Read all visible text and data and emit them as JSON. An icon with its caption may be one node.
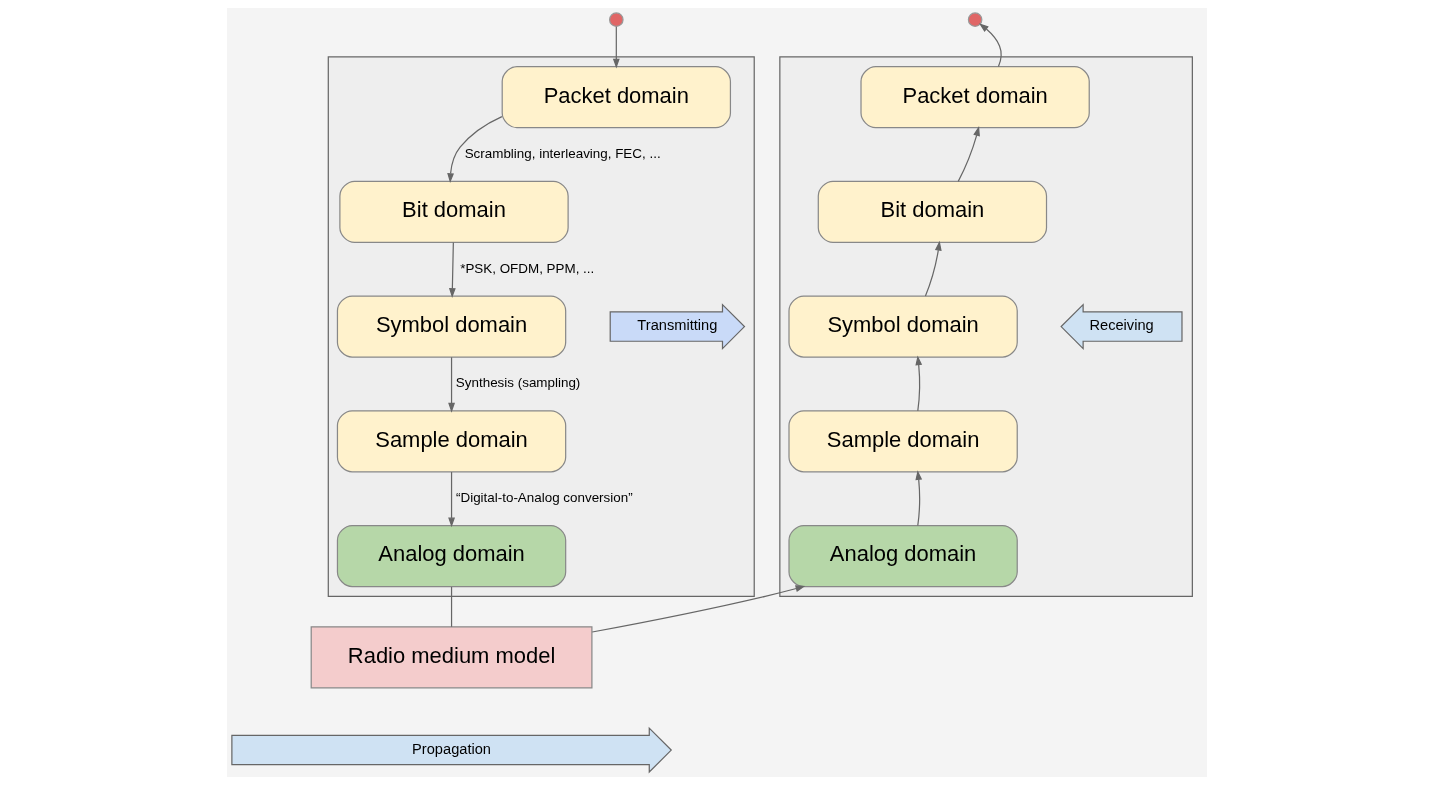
{
  "diagram": {
    "nodes": [
      {
        "text": [],
        "shape": "circle"
      },
      {
        "text": [],
        "shape": "circle"
      },
      {
        "text": [],
        "shape": "box"
      },
      {
        "text": [
          "Packet domain"
        ],
        "in": 2
      },
      {
        "text": [
          "Bit domain"
        ],
        "in": 2
      },
      {
        "text": [
          "Symbol domain"
        ],
        "in": 2
      },
      {
        "text": [
          "Sample domain"
        ],
        "in": 2
      },
      {
        "text": [
          "Analog domain"
        ],
        "in": 2
      },
      {
        "text": [
          "Transmitting"
        ],
        "in": 2
      },
      {
        "text": [],
        "shape": "box"
      },
      {
        "text": [
          "Packet domain"
        ],
        "in": 9
      },
      {
        "text": [
          "Bit domain"
        ],
        "in": 9
      },
      {
        "text": [
          "Symbol domain"
        ],
        "in": 9
      },
      {
        "text": [
          "Sample domain"
        ],
        "in": 9
      },
      {
        "text": [
          "Analog domain"
        ],
        "in": 9
      },
      {
        "text": [
          "Receiving"
        ],
        "in": 9
      },
      {
        "text": [
          "Radio medium model"
        ]
      },
      {
        "text": [
          "Propagation"
        ]
      }
    ],
    "edges": [
      {
        "from": 0,
        "to": 3,
        "arrow": "to"
      },
      {
        "from": 3,
        "to": 4,
        "arrow": "to",
        "label": "Scrambling, interleaving, FEC, ..."
      },
      {
        "from": 4,
        "to": 5,
        "arrow": "to",
        "label": "*PSK, OFDM, PPM, ..."
      },
      {
        "from": 5,
        "to": 6,
        "arrow": "to",
        "label": "Synthesis (sampling)"
      },
      {
        "from": 6,
        "to": 7,
        "arrow": "to",
        "label": "“Digital-to-Analog conversion”"
      },
      {
        "from": 7,
        "to": 16,
        "arrow": "none"
      },
      {
        "from": 16,
        "to": 14,
        "arrow": "to"
      },
      {
        "from": 14,
        "to": 13,
        "arrow": "to"
      },
      {
        "from": 13,
        "to": 12,
        "arrow": "to"
      },
      {
        "from": 12,
        "to": 11,
        "arrow": "to"
      },
      {
        "from": 11,
        "to": 10,
        "arrow": "to"
      },
      {
        "from": 10,
        "to": 1,
        "arrow": "to"
      }
    ]
  }
}
